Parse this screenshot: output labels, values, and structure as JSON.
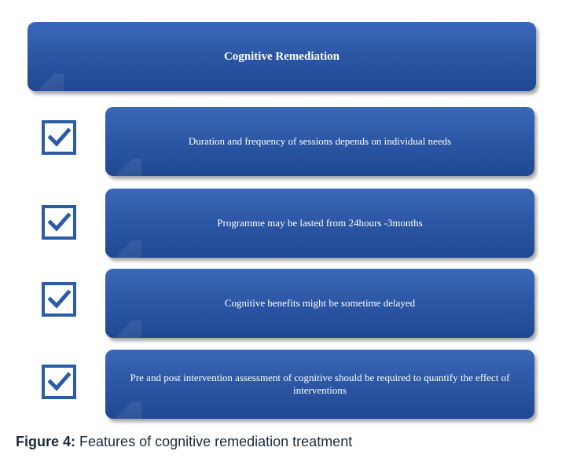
{
  "header": {
    "title": "Cognitive Remediation"
  },
  "items": [
    {
      "text": "Duration and frequency of sessions depends on individual needs"
    },
    {
      "text": "Programme may be lasted from 24hours  -3months"
    },
    {
      "text": "Cognitive benefits might be sometime delayed"
    },
    {
      "text": "Pre and post intervention assessment of cognitive should be required to quantify the effect of interventions"
    }
  ],
  "caption": {
    "label": "Figure 4:",
    "text": "Features of cognitive remediation treatment"
  },
  "colors": {
    "box": "#2d58a6",
    "check": "#2c5ca8",
    "caption": "#1a2a3a"
  },
  "icons": {
    "item_marker": "checkbox-check-icon"
  }
}
